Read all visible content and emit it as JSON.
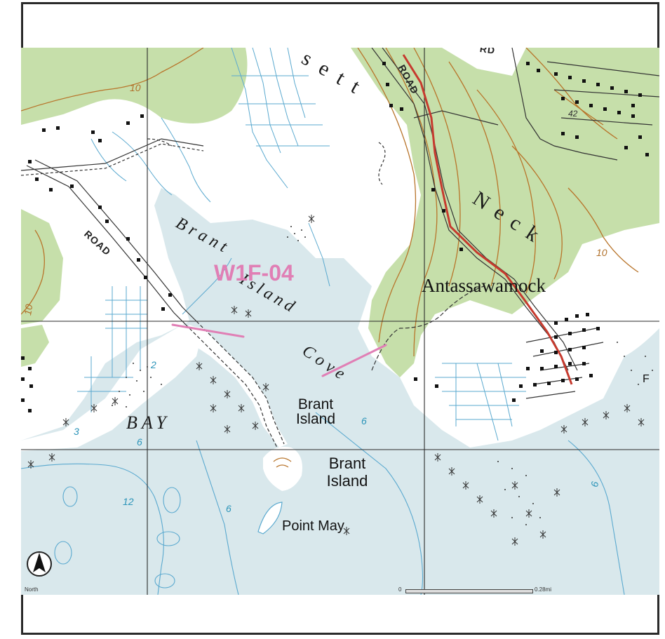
{
  "site_id": "W1F-04",
  "labels": {
    "road_1": "ROAD",
    "road_2": "ROAD",
    "road_top": "RD",
    "neck_1": "sett",
    "neck_2": "Neck",
    "cove_1": "Brant",
    "cove_2": "Island",
    "cove_3": "Cove",
    "village": "Antassawamock",
    "brant_island_1_a": "Brant",
    "brant_island_1_b": "Island",
    "brant_island_2_a": "Brant",
    "brant_island_2_b": "Island",
    "point_may": "Point May",
    "bay": "BAY",
    "edge_letter": "F"
  },
  "contour_labels": [
    "10",
    "10",
    "10",
    "42"
  ],
  "depth_labels": [
    "2",
    "3",
    "6",
    "12",
    "6",
    "6",
    "6"
  ],
  "north_arrow": {
    "label": "North",
    "icon": "north-arrow-icon"
  },
  "scale_bar": {
    "start": "0",
    "end": "0.28mi"
  },
  "colors": {
    "land": "#ffffff",
    "woods": "#c6dfaa",
    "water": "#d9e8ec",
    "contour": "#b8742a",
    "stream": "#5aa9cf",
    "road_highlight": "#c63a2e",
    "site_marker": "#e07fb5"
  }
}
